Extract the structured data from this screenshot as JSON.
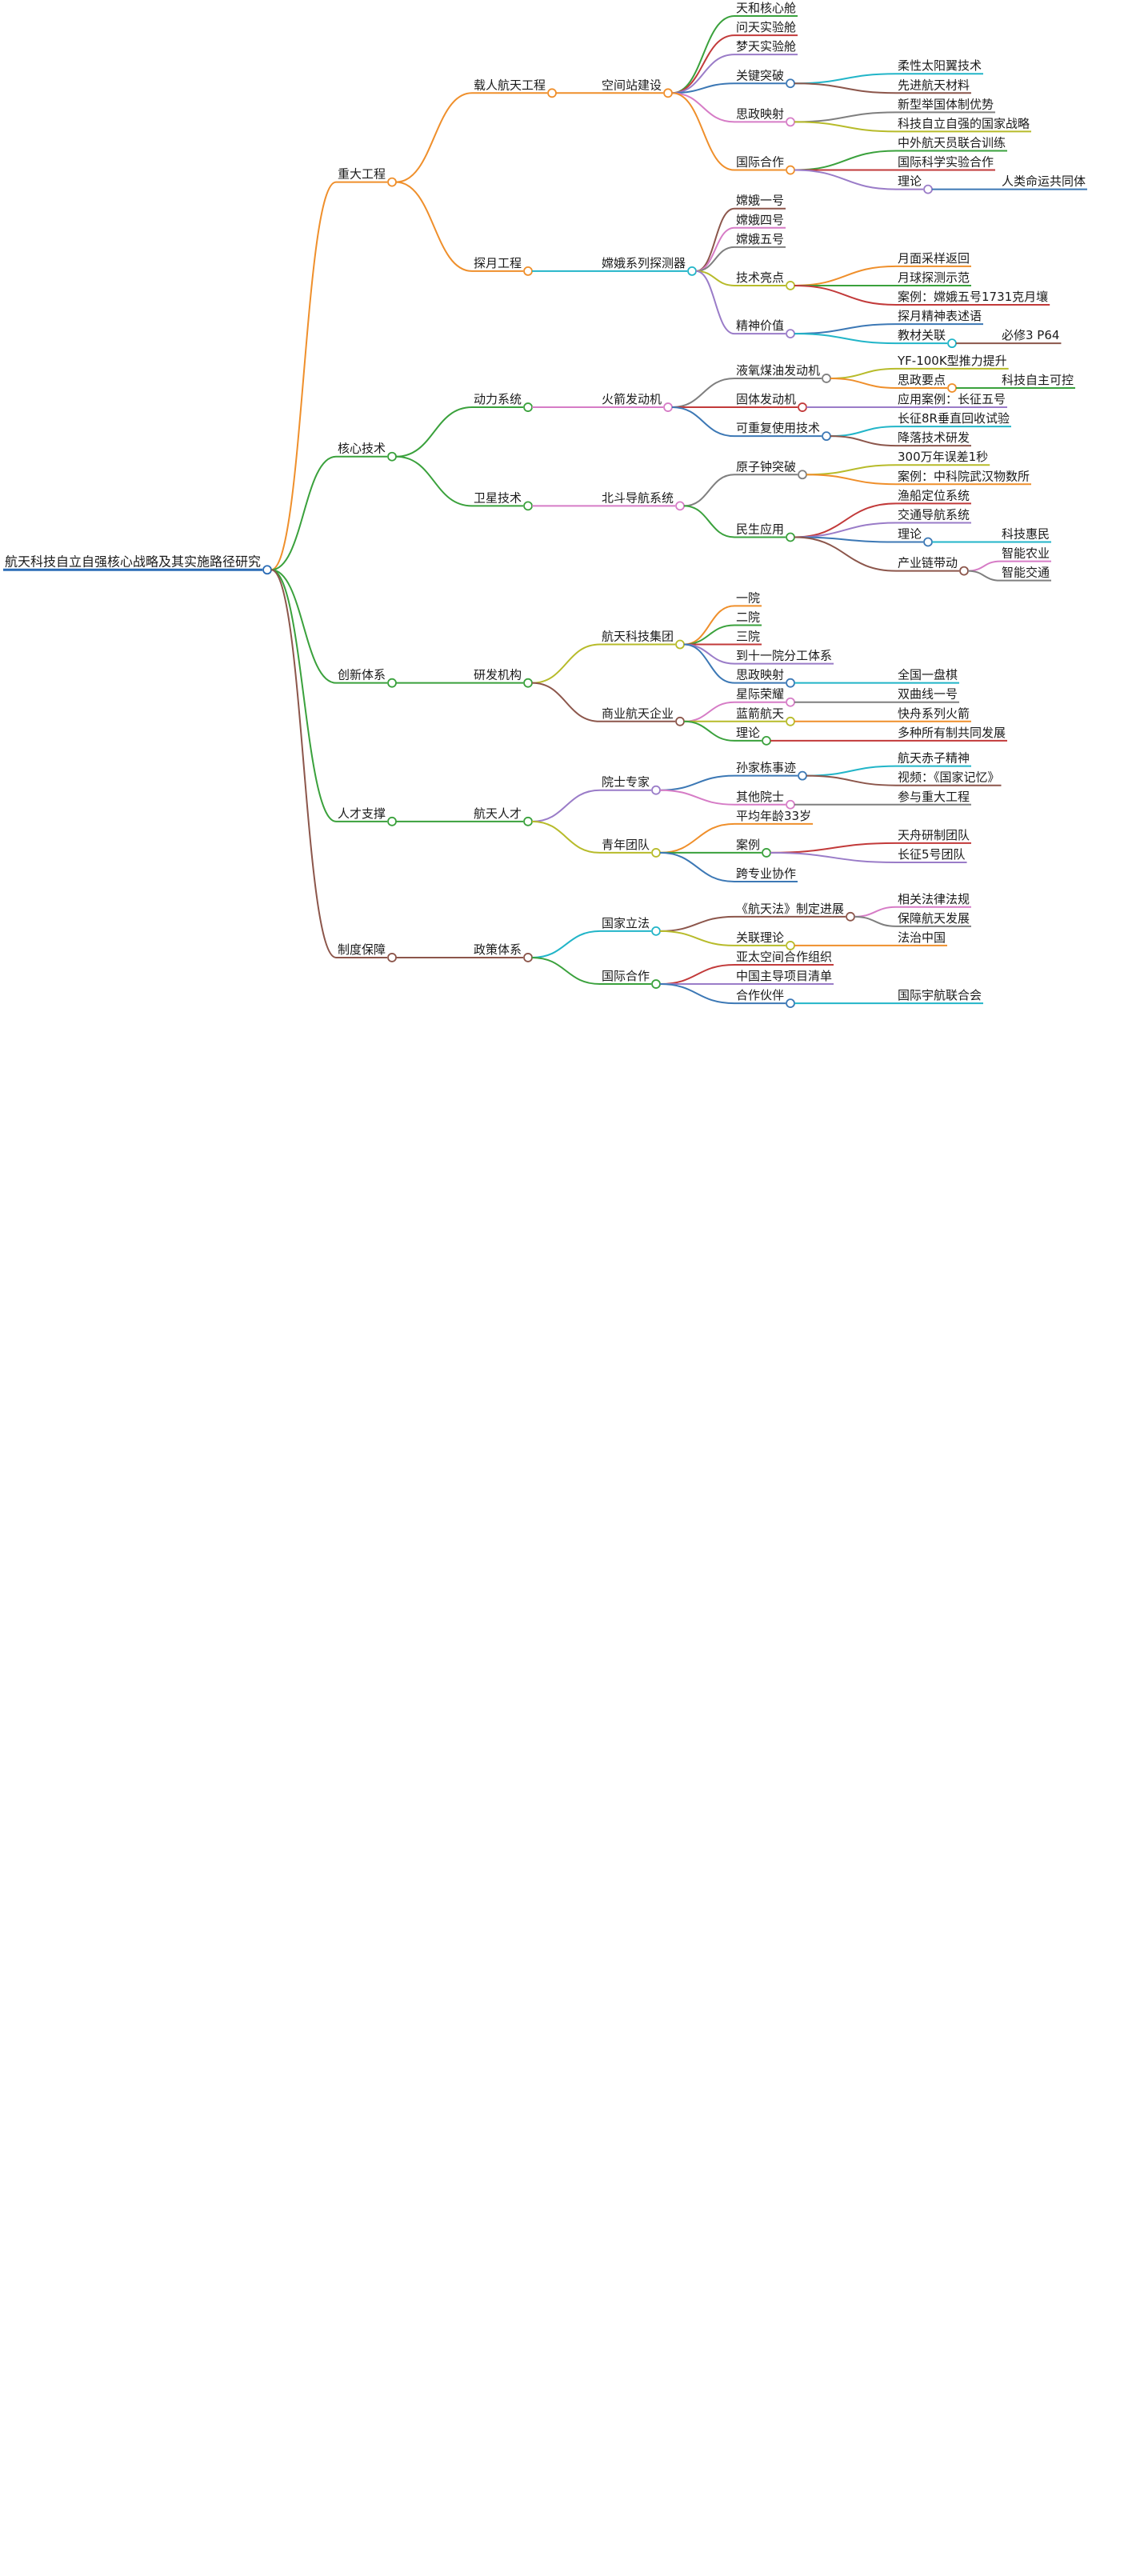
{
  "mindmap": {
    "root": {
      "label": "航天科技自立自强核心战略及其实施路径研究",
      "children": [
        {
          "label": "重大工程",
          "children": [
            {
              "label": "载人航天工程",
              "children": [
                {
                  "label": "空间站建设",
                  "children": [
                    {
                      "label": "天和核心舱"
                    },
                    {
                      "label": "问天实验舱"
                    },
                    {
                      "label": "梦天实验舱"
                    },
                    {
                      "label": "关键突破",
                      "children": [
                        {
                          "label": "柔性太阳翼技术"
                        },
                        {
                          "label": "先进航天材料"
                        }
                      ]
                    },
                    {
                      "label": "思政映射",
                      "children": [
                        {
                          "label": "新型举国体制优势"
                        },
                        {
                          "label": "科技自立自强的国家战略"
                        }
                      ]
                    },
                    {
                      "label": "国际合作",
                      "children": [
                        {
                          "label": "中外航天员联合训练"
                        },
                        {
                          "label": "国际科学实验合作"
                        },
                        {
                          "label": "理论",
                          "children": [
                            {
                              "label": "人类命运共同体"
                            }
                          ]
                        }
                      ]
                    }
                  ]
                }
              ]
            },
            {
              "label": "探月工程",
              "children": [
                {
                  "label": "嫦娥系列探测器",
                  "children": [
                    {
                      "label": "嫦娥一号"
                    },
                    {
                      "label": "嫦娥四号"
                    },
                    {
                      "label": "嫦娥五号"
                    },
                    {
                      "label": "技术亮点",
                      "children": [
                        {
                          "label": "月面采样返回"
                        },
                        {
                          "label": "月球探测示范"
                        },
                        {
                          "label": "案例：嫦娥五号1731克月壤"
                        }
                      ]
                    },
                    {
                      "label": "精神价值",
                      "children": [
                        {
                          "label": "探月精神表述语"
                        },
                        {
                          "label": "教材关联",
                          "children": [
                            {
                              "label": "必修3 P64"
                            }
                          ]
                        }
                      ]
                    }
                  ]
                }
              ]
            }
          ]
        },
        {
          "label": "核心技术",
          "children": [
            {
              "label": "动力系统",
              "children": [
                {
                  "label": "火箭发动机",
                  "children": [
                    {
                      "label": "液氧煤油发动机",
                      "children": [
                        {
                          "label": "YF-100K型推力提升"
                        },
                        {
                          "label": "思政要点",
                          "children": [
                            {
                              "label": "科技自主可控"
                            }
                          ]
                        }
                      ]
                    },
                    {
                      "label": "固体发动机",
                      "children": [
                        {
                          "label": "应用案例：长征五号"
                        }
                      ]
                    },
                    {
                      "label": "可重复使用技术",
                      "children": [
                        {
                          "label": "长征8R垂直回收试验"
                        },
                        {
                          "label": "降落技术研发"
                        }
                      ]
                    }
                  ]
                }
              ]
            },
            {
              "label": "卫星技术",
              "children": [
                {
                  "label": "北斗导航系统",
                  "children": [
                    {
                      "label": "原子钟突破",
                      "children": [
                        {
                          "label": "300万年误差1秒"
                        },
                        {
                          "label": "案例：中科院武汉物数所"
                        }
                      ]
                    },
                    {
                      "label": "民生应用",
                      "children": [
                        {
                          "label": "渔船定位系统"
                        },
                        {
                          "label": "交通导航系统"
                        },
                        {
                          "label": "理论",
                          "children": [
                            {
                              "label": "科技惠民"
                            }
                          ]
                        },
                        {
                          "label": "产业链带动",
                          "children": [
                            {
                              "label": "智能农业"
                            },
                            {
                              "label": "智能交通"
                            }
                          ]
                        }
                      ]
                    }
                  ]
                }
              ]
            }
          ]
        },
        {
          "label": "创新体系",
          "children": [
            {
              "label": "研发机构",
              "children": [
                {
                  "label": "航天科技集团",
                  "children": [
                    {
                      "label": "一院"
                    },
                    {
                      "label": "二院"
                    },
                    {
                      "label": "三院"
                    },
                    {
                      "label": "到十一院分工体系"
                    },
                    {
                      "label": "思政映射",
                      "children": [
                        {
                          "label": "全国一盘棋"
                        }
                      ]
                    }
                  ]
                },
                {
                  "label": "商业航天企业",
                  "children": [
                    {
                      "label": "星际荣耀",
                      "children": [
                        {
                          "label": "双曲线一号"
                        }
                      ]
                    },
                    {
                      "label": "蓝箭航天",
                      "children": [
                        {
                          "label": "快舟系列火箭"
                        }
                      ]
                    },
                    {
                      "label": "理论",
                      "children": [
                        {
                          "label": "多种所有制共同发展"
                        }
                      ]
                    }
                  ]
                }
              ]
            }
          ]
        },
        {
          "label": "人才支撑",
          "children": [
            {
              "label": "航天人才",
              "children": [
                {
                  "label": "院士专家",
                  "children": [
                    {
                      "label": "孙家栋事迹",
                      "children": [
                        {
                          "label": "航天赤子精神"
                        },
                        {
                          "label": "视频：《国家记忆》"
                        }
                      ]
                    },
                    {
                      "label": "其他院士",
                      "children": [
                        {
                          "label": "参与重大工程"
                        }
                      ]
                    }
                  ]
                },
                {
                  "label": "青年团队",
                  "children": [
                    {
                      "label": "平均年龄33岁"
                    },
                    {
                      "label": "案例",
                      "children": [
                        {
                          "label": "天舟研制团队"
                        },
                        {
                          "label": "长征5号团队"
                        }
                      ]
                    },
                    {
                      "label": "跨专业协作"
                    }
                  ]
                }
              ]
            }
          ]
        },
        {
          "label": "制度保障",
          "children": [
            {
              "label": "政策体系",
              "children": [
                {
                  "label": "国家立法",
                  "children": [
                    {
                      "label": "《航天法》制定进展",
                      "children": [
                        {
                          "label": "相关法律法规"
                        },
                        {
                          "label": "保障航天发展"
                        }
                      ]
                    },
                    {
                      "label": "关联理论",
                      "children": [
                        {
                          "label": "法治中国"
                        }
                      ]
                    }
                  ]
                },
                {
                  "label": "国际合作",
                  "children": [
                    {
                      "label": "亚太空间合作组织"
                    },
                    {
                      "label": "中国主导项目清单"
                    },
                    {
                      "label": "合作伙伴",
                      "children": [
                        {
                          "label": "国际宇航联合会"
                        }
                      ]
                    }
                  ]
                }
              ]
            }
          ]
        }
      ]
    },
    "colors": {
      "root": "#2a6bb5",
      "orange": "#ef8f2b",
      "green": "#3aa13c",
      "red": "#c23a3a",
      "purple": "#9a7cc8",
      "blue": "#3c78b5",
      "teal": "#22b5c8",
      "brown": "#8c564b",
      "pink": "#d67cc6",
      "gray": "#7f7f7f",
      "olive": "#b7bb2a"
    }
  }
}
